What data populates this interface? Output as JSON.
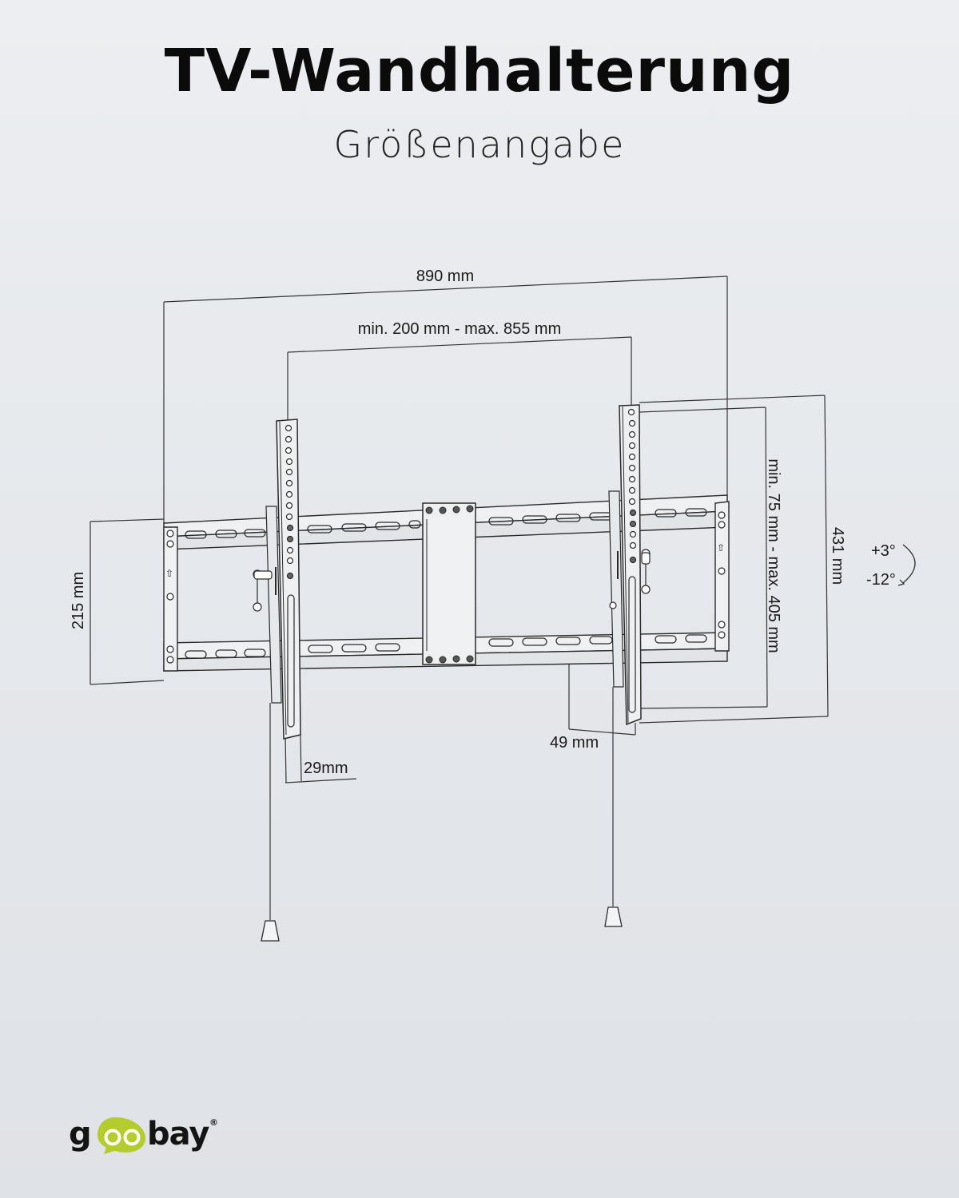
{
  "header": {
    "title": "TV-Wandhalterung",
    "subtitle": "Größenangabe"
  },
  "dimensions": {
    "overall_width": "890 mm",
    "vesa_horizontal": "min. 200 mm - max. 855 mm",
    "vesa_vertical": "min. 75 mm - max. 405 mm",
    "overall_height": "431 mm",
    "wall_plate_height": "215 mm",
    "arm_width": "29mm",
    "wall_distance": "49 mm",
    "tilt_up": "+3°",
    "tilt_down": "-12°"
  },
  "brand": {
    "name": "goobay",
    "logo_prefix": "g",
    "logo_oo": "oo",
    "logo_suffix": "bay",
    "registered": "®",
    "accent_color": "#b5cc2f"
  },
  "colors": {
    "background": "#e6e9ec",
    "line": "#2a2a2a",
    "dimension_line": "#3a3a3a"
  }
}
